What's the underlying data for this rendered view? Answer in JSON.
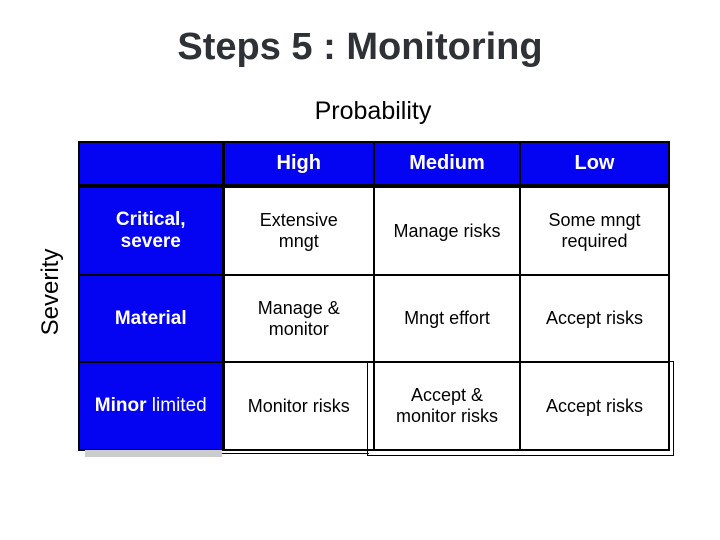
{
  "title": "Steps 5 : Monitoring",
  "axis": {
    "columns_label": "Probability",
    "rows_label": "Severity"
  },
  "matrix": {
    "column_headers": [
      "High",
      "Medium",
      "Low"
    ],
    "rows": [
      {
        "header": "Critical,\nsevere",
        "cells": [
          "Extensive\nmngt",
          "Manage risks",
          "Some mngt\nrequired"
        ]
      },
      {
        "header": "Material",
        "cells": [
          "Manage &\nmonitor",
          "Mngt effort",
          "Accept risks"
        ]
      },
      {
        "header_bold": "Minor",
        "header_rest": " limited",
        "cells": [
          "Monitor risks",
          "Accept &\nmonitor risks",
          "Accept risks"
        ]
      }
    ]
  },
  "colors": {
    "header_bg": "#0404f2",
    "header_text": "#ffffff",
    "cell_bg": "#ffffff",
    "cell_text": "#000000",
    "border": "#000000",
    "title_text": "#2e3135"
  }
}
